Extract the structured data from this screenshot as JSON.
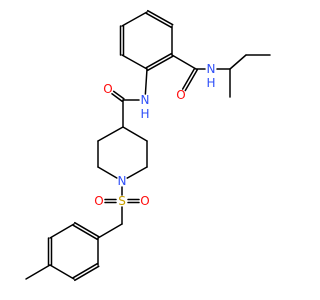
{
  "molecule": {
    "colors": {
      "bond": "#000000",
      "background": "#ffffff",
      "O": "#ff0d0d",
      "N": "#3050f8",
      "S": "#c8a000",
      "C": "#000000"
    },
    "atoms": [
      {
        "id": "c1",
        "el": "C"
      },
      {
        "id": "c2",
        "el": "C"
      },
      {
        "id": "c3",
        "el": "C"
      },
      {
        "id": "c4",
        "el": "C"
      },
      {
        "id": "c5",
        "el": "C"
      },
      {
        "id": "c6",
        "el": "C"
      },
      {
        "id": "c7",
        "el": "C"
      },
      {
        "id": "o1",
        "el": "O",
        "label": "O"
      },
      {
        "id": "n1",
        "el": "N",
        "label": "N",
        "sub": "H"
      },
      {
        "id": "c8",
        "el": "C"
      },
      {
        "id": "c9",
        "el": "C"
      },
      {
        "id": "c10",
        "el": "C"
      },
      {
        "id": "c11",
        "el": "C"
      },
      {
        "id": "n2",
        "el": "N",
        "label": "N",
        "sub": "H"
      },
      {
        "id": "c12",
        "el": "C"
      },
      {
        "id": "o2",
        "el": "O",
        "label": "O"
      },
      {
        "id": "c13",
        "el": "C"
      },
      {
        "id": "c14",
        "el": "C"
      },
      {
        "id": "c15",
        "el": "C"
      },
      {
        "id": "n3",
        "el": "N",
        "label": "N"
      },
      {
        "id": "c16",
        "el": "C"
      },
      {
        "id": "c17",
        "el": "C"
      },
      {
        "id": "s1",
        "el": "S",
        "label": "S"
      },
      {
        "id": "o3",
        "el": "O",
        "label": "O"
      },
      {
        "id": "o4",
        "el": "O",
        "label": "O"
      },
      {
        "id": "c18",
        "el": "C"
      },
      {
        "id": "c19",
        "el": "C"
      },
      {
        "id": "c20",
        "el": "C"
      },
      {
        "id": "c21",
        "el": "C"
      },
      {
        "id": "c22",
        "el": "C"
      },
      {
        "id": "c23",
        "el": "C"
      },
      {
        "id": "c24",
        "el": "C"
      },
      {
        "id": "c25",
        "el": "C"
      }
    ],
    "bonds": [
      [
        "c1",
        "c2",
        1
      ],
      [
        "c2",
        "c3",
        2
      ],
      [
        "c3",
        "c4",
        1
      ],
      [
        "c4",
        "c5",
        2
      ],
      [
        "c5",
        "c6",
        1
      ],
      [
        "c6",
        "c1",
        2
      ],
      [
        "c1",
        "c7",
        1
      ],
      [
        "c7",
        "o1",
        2
      ],
      [
        "c7",
        "n1",
        1
      ],
      [
        "n1",
        "c8",
        1
      ],
      [
        "c8",
        "c9",
        1
      ],
      [
        "c9",
        "c10",
        1
      ],
      [
        "c8",
        "c11",
        1
      ],
      [
        "c6",
        "n2",
        1
      ],
      [
        "n2",
        "c12",
        1
      ],
      [
        "c12",
        "o2",
        2
      ],
      [
        "c12",
        "c13",
        1
      ],
      [
        "c13",
        "c14",
        1
      ],
      [
        "c14",
        "c15",
        1
      ],
      [
        "c15",
        "n3",
        1
      ],
      [
        "n3",
        "c16",
        1
      ],
      [
        "c16",
        "c17",
        1
      ],
      [
        "c17",
        "c13",
        1
      ],
      [
        "n3",
        "s1",
        1
      ],
      [
        "s1",
        "o3",
        2
      ],
      [
        "s1",
        "o4",
        2
      ],
      [
        "s1",
        "c18",
        1
      ],
      [
        "c18",
        "c19",
        1
      ],
      [
        "c19",
        "c20",
        2
      ],
      [
        "c20",
        "c21",
        1
      ],
      [
        "c21",
        "c22",
        2
      ],
      [
        "c22",
        "c23",
        1
      ],
      [
        "c23",
        "c24",
        2
      ],
      [
        "c24",
        "c19",
        1
      ],
      [
        "c22",
        "c25",
        1
      ]
    ]
  }
}
